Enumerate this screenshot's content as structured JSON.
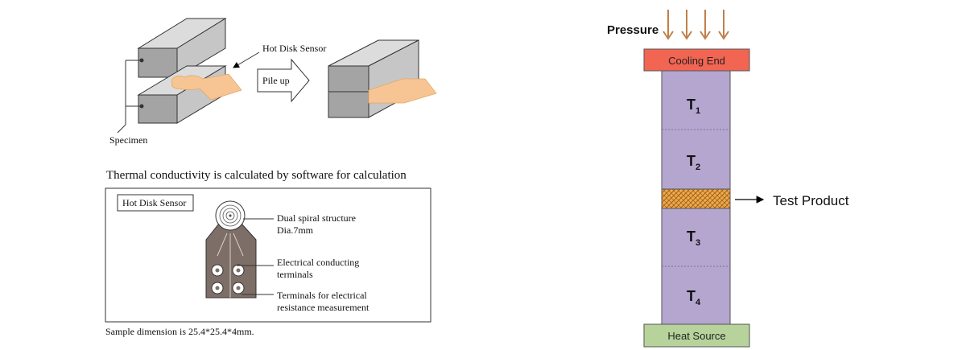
{
  "left": {
    "sensor_label": "Hot Disk Sensor",
    "pile_up_label": "Pile up",
    "specimen_label": "Specimen",
    "heading": "Thermal conductivity is calculated by software for calculation",
    "box_title": "Hot Disk Sensor",
    "annotations": {
      "spiral_line1": "Dual spiral structure",
      "spiral_line2": "Dia.7mm",
      "terminals_line1": "Electrical conducting",
      "terminals_line2": "terminals",
      "resistance_line1": "Terminals for electrical",
      "resistance_line2": "resistance measurement"
    },
    "dimension_note": "Sample dimension is 25.4*25.4*4mm."
  },
  "right": {
    "pressure_label": "Pressure",
    "cooling_label": "Cooling End",
    "heat_label": "Heat Source",
    "test_product_label": "Test Product",
    "sections": [
      {
        "main": "T",
        "sub": "1"
      },
      {
        "main": "T",
        "sub": "2"
      },
      {
        "main": "T",
        "sub": "3"
      },
      {
        "main": "T",
        "sub": "4"
      }
    ]
  },
  "colors": {
    "cooling": "#f26552",
    "heat": "#b7d39b",
    "column": "#b4a6cf",
    "sample": "#f2a94a",
    "arrow": "#c0804a",
    "sensor_pad": "#f7c594",
    "sensor_body": "#7d6e68",
    "block_dark": "#a4a4a4",
    "block_light": "#dcdcdc"
  }
}
